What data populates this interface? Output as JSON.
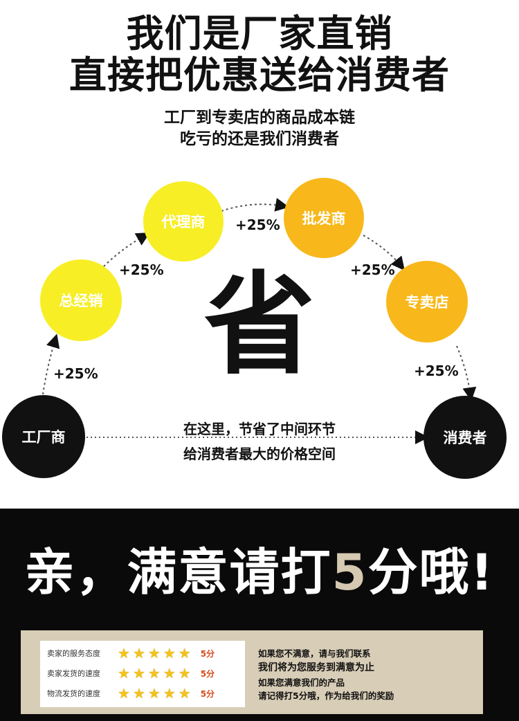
{
  "headline": {
    "line1": "我们是厂家直销",
    "line2": "直接把优惠送给消费者"
  },
  "subtitle": {
    "line1": "工厂到专卖店的商品成本链",
    "line2": "吃亏的还是我们消费者"
  },
  "chain": {
    "nodes": [
      "工厂商",
      "总经销",
      "代理商",
      "批发商",
      "专卖店",
      "消费者"
    ],
    "markups": [
      "+25%",
      "+25%",
      "+25%",
      "+25%",
      "+25%"
    ]
  },
  "center_char": "省",
  "middle_note": {
    "line1": "在这里，节省了中间环节",
    "line2": "给消费者最大的价格空间"
  },
  "slogan": {
    "before": "亲，满意请打",
    "number": "5",
    "after": "分哦!"
  },
  "ratings": [
    {
      "label": "卖家的服务态度",
      "stars": 5,
      "score": "5分"
    },
    {
      "label": "卖家发货的速度",
      "stars": 5,
      "score": "5分"
    },
    {
      "label": "物流发货的速度",
      "stars": 5,
      "score": "5分"
    }
  ],
  "notes": {
    "line1": "如果您不满意，请与我们联系",
    "line2": "我们将为您服务到满意为止",
    "line3": "如果您满意我们的产品",
    "line4": "请记得打5分哦，作为给我们的奖励"
  },
  "colors": {
    "yellow": "#f7ee26",
    "gold": "#f8b81b",
    "black": "#111111",
    "panel": "#d8cdb6",
    "score": "#d84a1b"
  }
}
